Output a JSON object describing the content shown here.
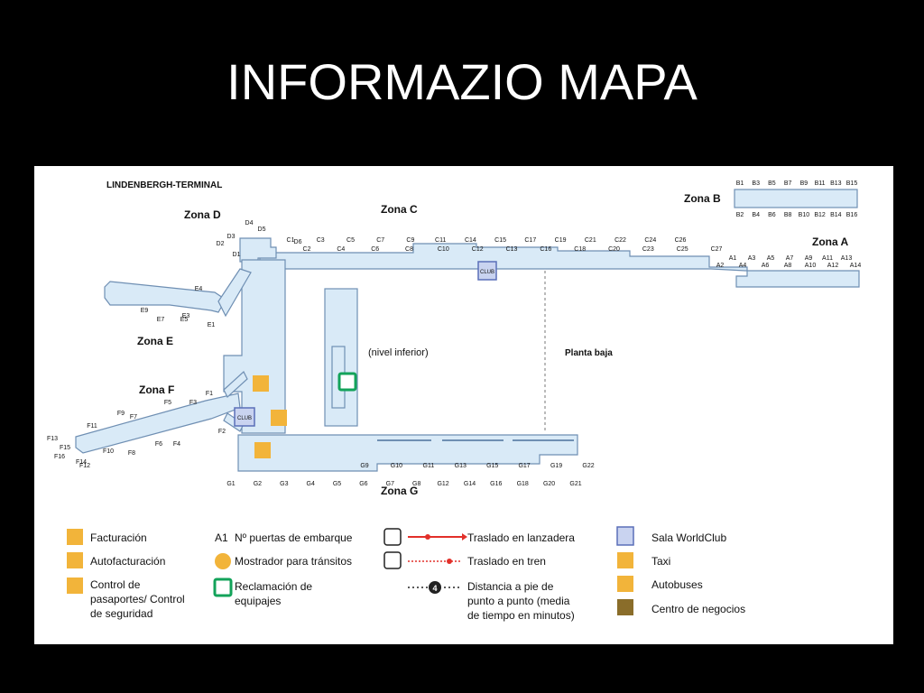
{
  "slide": {
    "title": "INFORMAZIO MAPA"
  },
  "map": {
    "terminal_name": "LINDENBERGH-TERMINAL",
    "zones": {
      "a": "Zona A",
      "b": "Zona B",
      "c": "Zona C",
      "d": "Zona D",
      "e": "Zona E",
      "f": "Zona F",
      "g": "Zona G"
    },
    "area_labels": {
      "lower_level": "(nivel inferior)",
      "ground_floor": "Planta baja"
    },
    "club_sign": "CLUB",
    "gates": {
      "b_top": [
        "B1",
        "B3",
        "B5",
        "B7",
        "B9",
        "B11",
        "B13",
        "B15"
      ],
      "b_bottom": [
        "B2",
        "B4",
        "B6",
        "B8",
        "B10",
        "B12",
        "B14",
        "B16"
      ],
      "a_top": [
        "A1",
        "A3",
        "A5",
        "A7",
        "A9",
        "A11",
        "A13"
      ],
      "a_bottom": [
        "A2",
        "A4",
        "A6",
        "A8",
        "A10",
        "A12",
        "A14"
      ],
      "c_top": [
        "C1",
        "C3",
        "C5",
        "C7",
        "C9",
        "C11",
        "C14",
        "C15",
        "C17",
        "C19",
        "C21",
        "C22",
        "C24",
        "C26"
      ],
      "c_bottom": [
        "C2",
        "C4",
        "C6",
        "C8",
        "C10",
        "C12",
        "C13",
        "C16",
        "C18",
        "C20",
        "C23",
        "C25",
        "C27"
      ],
      "d": [
        "D1",
        "D2",
        "D3",
        "D4",
        "D5",
        "D6"
      ],
      "e": [
        "E1",
        "E3",
        "E4",
        "E5",
        "E7",
        "E9"
      ],
      "f": [
        "F1",
        "F2",
        "F3",
        "F4",
        "F5",
        "F6",
        "F7",
        "F8",
        "F9",
        "F10",
        "F11",
        "F12",
        "F13",
        "F14",
        "F15",
        "F16"
      ],
      "g_top": [
        "G9",
        "G10",
        "G11",
        "G13",
        "G15",
        "G17",
        "G19",
        "G22"
      ],
      "g_bottom": [
        "G1",
        "G2",
        "G3",
        "G4",
        "G5",
        "G6",
        "G7",
        "G8",
        "G12",
        "G14",
        "G16",
        "G18",
        "G20",
        "G21"
      ]
    }
  },
  "legend": {
    "checkin": "Facturación",
    "self_checkin": "Autofacturación",
    "passport_control": [
      "Control de",
      "pasaportes/  Control",
      "de seguridad"
    ],
    "gate_number_code": "A1",
    "gate_number": "Nº puertas de embarque",
    "transit_desk": "Mostrador para tránsitos",
    "baggage_claim": [
      "Reclamación de",
      "equipajes"
    ],
    "shuttle": "Traslado en lanzadera",
    "train": "Traslado en tren",
    "walking_distance": [
      "Distancia a pie de",
      "punto a punto (media",
      "de tiempo en minutos)"
    ],
    "walking_minutes": "4",
    "worldclub": "Sala WorldClub",
    "taxi": "Taxi",
    "bus": "Autobuses",
    "business_center": "Centro de negocios"
  },
  "colors": {
    "terminal_fill": "#d9eaf7",
    "terminal_stroke": "#6f8fb3",
    "icon_yellow": "#f2b43a",
    "club_blue": "#5a6fb8",
    "baggage_green": "#13a35a",
    "route_red": "#e2302a"
  }
}
